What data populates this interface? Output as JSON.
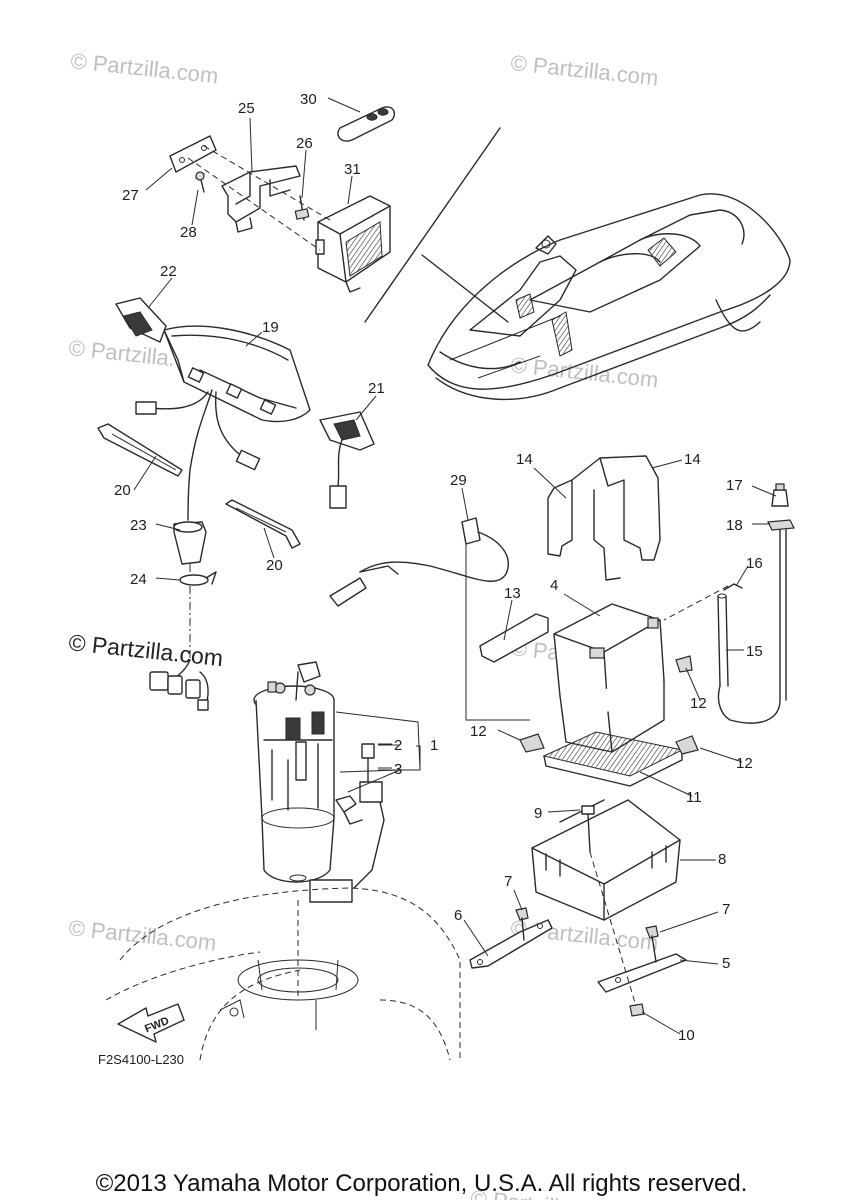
{
  "watermarks": [
    "© Partzilla.com",
    "© Partzilla.com",
    "© Partzilla.com",
    "© Partzilla.com",
    "© Partzilla.com",
    "© Partzilla.com",
    "© Partzilla.com",
    "© Partzilla.com"
  ],
  "watermark_prominent": "© Partzilla.com",
  "callouts": {
    "n1": "1",
    "n2": "2",
    "n3": "3",
    "n4": "4",
    "n5": "5",
    "n6": "6",
    "n7a": "7",
    "n7b": "7",
    "n8": "8",
    "n9": "9",
    "n10": "10",
    "n11": "11",
    "n12a": "12",
    "n12b": "12",
    "n12c": "12",
    "n13": "13",
    "n14a": "14",
    "n14b": "14",
    "n15": "15",
    "n16": "16",
    "n17": "17",
    "n18": "18",
    "n19": "19",
    "n20a": "20",
    "n20b": "20",
    "n21": "21",
    "n22": "22",
    "n23": "23",
    "n24": "24",
    "n25": "25",
    "n26": "26",
    "n27": "27",
    "n28": "28",
    "n29": "29",
    "n30": "30",
    "n31": "31"
  },
  "fwd_label": "FWD",
  "diagram_code": "F2S4100-L230",
  "copyright": "©2013 Yamaha Motor Corporation, U.S.A. All rights reserved."
}
